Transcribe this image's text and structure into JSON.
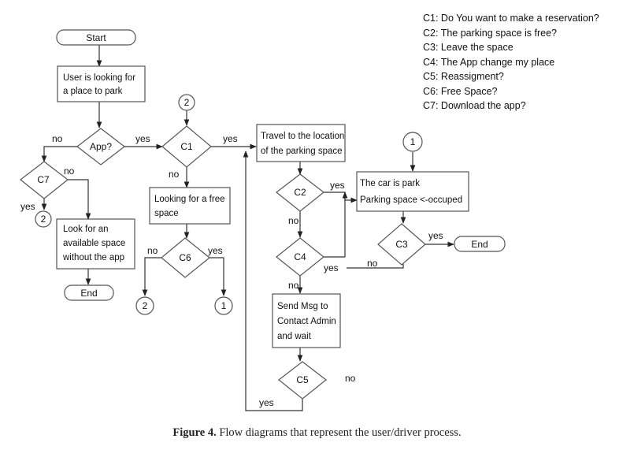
{
  "legend": [
    "C1: Do You want to make a reservation?",
    "C2: The parking space is free?",
    "C3: Leave the space",
    "C4: The App change my place",
    "C5:  Reassigment?",
    "C6:  Free Space?",
    "C7:  Download the app?"
  ],
  "nodes": {
    "start": "Start",
    "user_looking": [
      "User is looking for",
      "a place to park"
    ],
    "app": "App?",
    "c1": "C1",
    "c7": "C7",
    "look_available": [
      "Look for an",
      "available space",
      "without the app"
    ],
    "end_left": "End",
    "looking_free": [
      "Looking for a free",
      "space"
    ],
    "c6": "C6",
    "travel": [
      "Travel to the location",
      "of the parking space"
    ],
    "c2": "C2",
    "c4": "C4",
    "send_msg": [
      "Send Msg to",
      "Contact Admin",
      "and wait"
    ],
    "c5": "C5",
    "car_park": [
      "The car is park",
      "Parking space <-occuped"
    ],
    "c3": "C3",
    "end_right": "End"
  },
  "connectors": {
    "c2_top": "2",
    "c7_yes": "2",
    "c6_no": "2",
    "c6_yes": "1",
    "right_top": "1"
  },
  "edge_labels": {
    "app_no": "no",
    "app_yes": "yes",
    "c1_yes": "yes",
    "c1_no": "no",
    "c7_no": "no",
    "c7_yes": "yes",
    "c6_no": "no",
    "c6_yes": "yes",
    "c2_yes": "yes",
    "c2_no": "no",
    "c4_yes": "yes",
    "c4_no": "no",
    "c3_yes": "yes",
    "c3_no": "no",
    "c5_no": "no",
    "c5_yes": "yes"
  },
  "caption": {
    "label": "Figure 4.",
    "text": " Flow diagrams that represent the user/driver process."
  }
}
